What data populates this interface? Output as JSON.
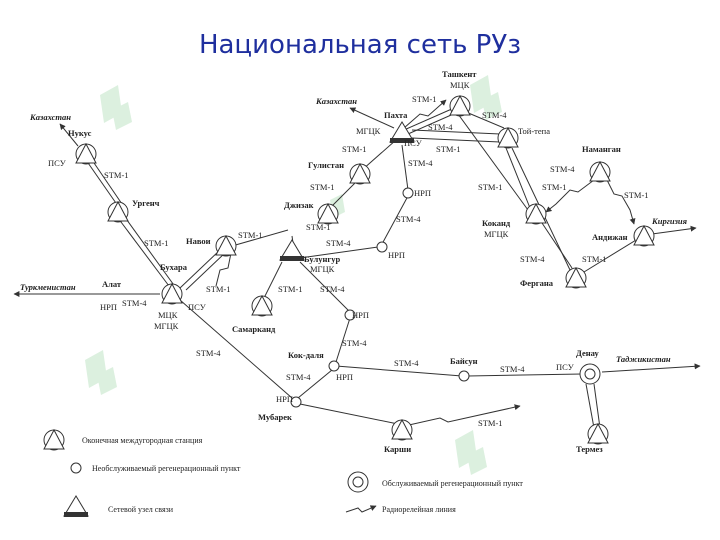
{
  "title": "Национальная сеть РУз",
  "nodes": {
    "tashkent": "Ташкент",
    "tashkent_sub": "МЦК",
    "pakhta": "Пахта",
    "pakhta_sub": "МГЦК",
    "toytepa": "Той-тепа",
    "namangan": "Наманган",
    "gulistan": "Гулистан",
    "dzhizak": "Джизак",
    "nukus": "Нукус",
    "urgench": "Ургенч",
    "navoi": "Навои",
    "bukhara": "Бухара",
    "bulungur": "Булунгур",
    "bulungur_sub": "МГЦК",
    "kokand": "Коканд",
    "kokand_sub": "МГЦК",
    "andizhan": "Андижан",
    "fergana": "Фергана",
    "alat": "Алат",
    "bukhara_sub1": "МЦК",
    "bukhara_sub2": "МГЦК",
    "samarkand": "Самарканд",
    "kokdalya": "Кок-даля",
    "baysun": "Байсун",
    "denau": "Денау",
    "mubarek": "Мубарек",
    "karshi": "Карши",
    "termez": "Термез"
  },
  "external": {
    "kazakhstan_left": "Казахстан",
    "kazakhstan_top": "Казахстан",
    "kirgizia": "Киргизия",
    "turkmenistan": "Туркменистан",
    "tadzhikistan": "Таджикистан"
  },
  "labels": {
    "psu": "ПСУ",
    "nrp": "НРП",
    "stm1": "STM-1",
    "stm4": "STM-4"
  },
  "legend": {
    "terminal": "Оконечная междугородная станция",
    "unserviced": "Необслуживаемый регенерационный пункт",
    "network_node": "Сетевой узел связи",
    "serviced": "Обслуживаемый регенерационный пункт",
    "radio": "Радиорелейная линия"
  }
}
